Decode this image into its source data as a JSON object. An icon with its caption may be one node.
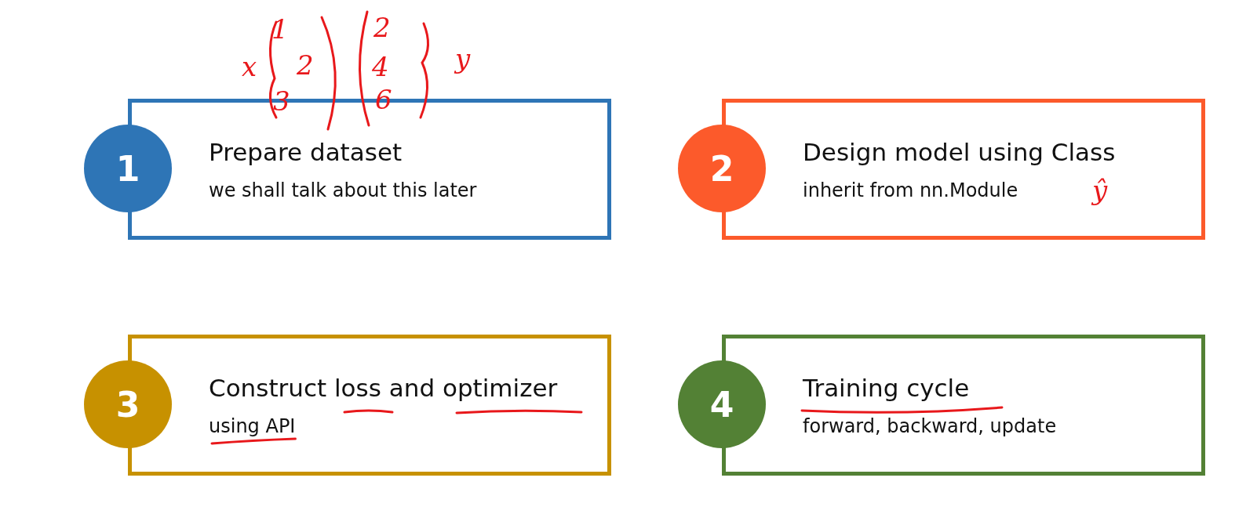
{
  "diagram": {
    "nodes": [
      {
        "text": [
          "1"
        ]
      },
      {
        "text": [
          "Prepare dataset",
          "we shall talk about this later"
        ]
      },
      {
        "text": [
          "2"
        ]
      },
      {
        "text": [
          "Design model using Class",
          "inherit from nn.Module"
        ]
      },
      {
        "text": [
          "3"
        ]
      },
      {
        "text": [
          "Construct loss and optimizer",
          "using API"
        ]
      },
      {
        "text": [
          "4"
        ]
      },
      {
        "text": [
          "Training cycle",
          "forward, backward, update"
        ]
      }
    ],
    "edges": [],
    "labels": [
      "x",
      "1",
      "2",
      "3",
      "2",
      "4",
      "6",
      "y",
      "ŷ"
    ]
  }
}
